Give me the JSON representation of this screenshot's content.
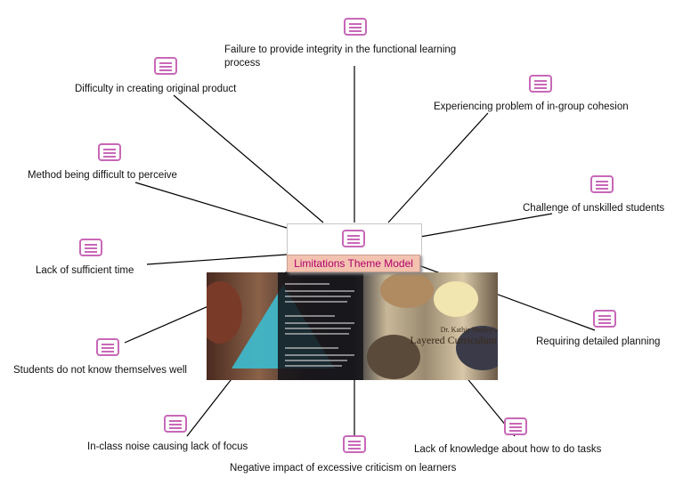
{
  "center": {
    "title": "Limitations Theme Model"
  },
  "photo": {
    "author": "Dr. Kathie Nunley's",
    "title": "Layered Curriculum"
  },
  "nodes": [
    {
      "id": "integrity",
      "label": "Failure to provide integrity in the functional learning process"
    },
    {
      "id": "original",
      "label": "Difficulty in creating original product"
    },
    {
      "id": "cohesion",
      "label": "Experiencing problem of in-group cohesion"
    },
    {
      "id": "perceive",
      "label": "Method being difficult to perceive"
    },
    {
      "id": "unskilled",
      "label": "Challenge of unskilled students"
    },
    {
      "id": "time",
      "label": "Lack of sufficient time"
    },
    {
      "id": "planning",
      "label": "Requiring detailed planning"
    },
    {
      "id": "themselves",
      "label": "Students do not know themselves well"
    },
    {
      "id": "noise",
      "label": "In-class noise causing lack of focus"
    },
    {
      "id": "knowledge",
      "label": "Lack of knowledge about how to do tasks"
    },
    {
      "id": "criticism",
      "label": "Negative impact of excessive criticism on learners"
    }
  ],
  "colors": {
    "icon": "#c868b8",
    "title_bg": "#f4c2b0",
    "title_text": "#b0006a"
  },
  "icons": {
    "node": "notes-icon",
    "center": "notes-icon"
  }
}
